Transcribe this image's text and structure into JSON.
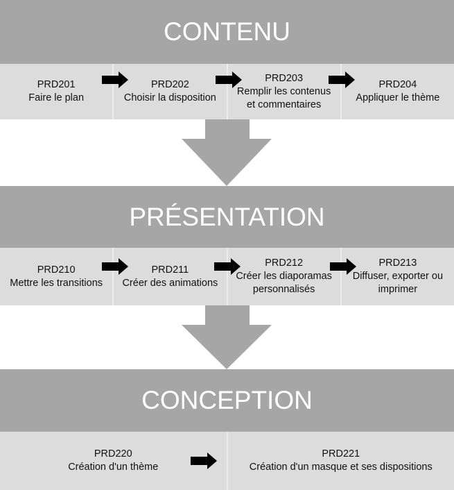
{
  "sections": [
    {
      "title": "CONTENU",
      "steps": [
        {
          "code": "PRD201",
          "label": "Faire le plan"
        },
        {
          "code": "PRD202",
          "label": "Choisir la disposition"
        },
        {
          "code": "PRD203",
          "label": "Remplir les contenus et commentaires"
        },
        {
          "code": "PRD204",
          "label": "Appliquer le thème"
        }
      ]
    },
    {
      "title": "PRÉSENTATION",
      "steps": [
        {
          "code": "PRD210",
          "label": "Mettre les transitions"
        },
        {
          "code": "PRD211",
          "label": "Créer des animations"
        },
        {
          "code": "PRD212",
          "label": "Créer les diaporamas personnalisés"
        },
        {
          "code": "PRD213",
          "label": "Diffuser, exporter ou imprimer"
        }
      ]
    },
    {
      "title": "CONCEPTION",
      "steps": [
        {
          "code": "PRD220",
          "label": "Création d'un thème"
        },
        {
          "code": "PRD221",
          "label": "Création d'un masque et ses dispositions"
        }
      ]
    }
  ],
  "colors": {
    "header": "#a6a6a6",
    "cell": "#dcdcdc",
    "arrow": "#000000"
  }
}
